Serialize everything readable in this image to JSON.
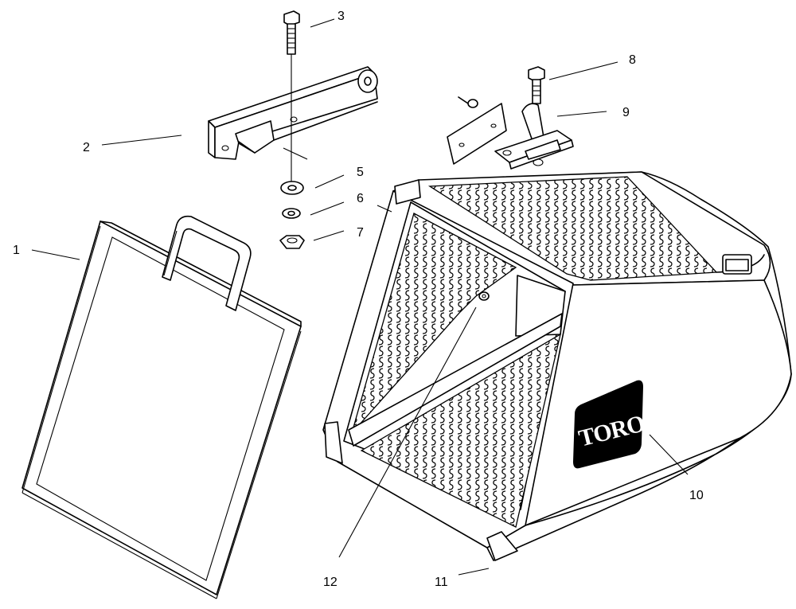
{
  "diagram": {
    "callouts": [
      "1",
      "2",
      "3",
      "5",
      "6",
      "7",
      "8",
      "9",
      "10",
      "11",
      "12"
    ],
    "brand_logo": "TORO"
  },
  "colors": {
    "line": "#000000",
    "background": "#ffffff",
    "logo_fill": "#000000",
    "logo_text": "#ffffff"
  }
}
